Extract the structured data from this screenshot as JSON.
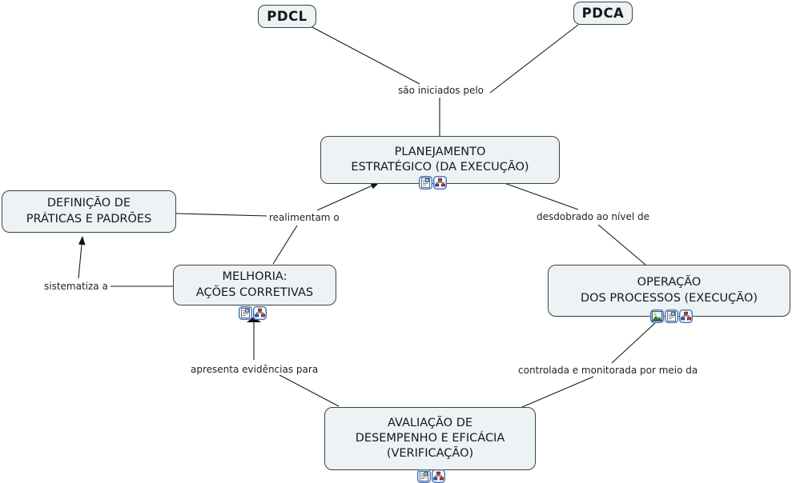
{
  "diagram": {
    "title": "PDCA / PDCL concept map",
    "colors": {
      "background": "#ffffff",
      "node_fill": "#edf3f5",
      "node_border": "#3f4042",
      "connector": "#1a1a1a",
      "icon_border_blue": "#3a6fc4"
    }
  },
  "nodes": {
    "pdcl": {
      "label": "PDCL"
    },
    "pdca": {
      "label": "PDCA"
    },
    "planejamento": {
      "line1": "PLANEJAMENTO",
      "line2": "ESTRATÉGICO (DA EXECUÇÃO)"
    },
    "definicao": {
      "line1": "DEFINIÇÃO DE",
      "line2": "PRÁTICAS E PADRÕES"
    },
    "melhoria": {
      "line1": "MELHORIA:",
      "line2": "AÇÕES CORRETIVAS"
    },
    "operacao": {
      "line1": "OPERAÇÃO",
      "line2": "DOS PROCESSOS (EXECUÇÃO)"
    },
    "avaliacao": {
      "line1": "AVALIAÇÃO DE",
      "line2": "DESEMPENHO E EFICÁCIA",
      "line3": "(VERIFICAÇÃO)"
    }
  },
  "links": {
    "sao_iniciados": "são iniciados pelo",
    "realimentam": "realimentam o",
    "desdobrado": "desdobrado ao nível de",
    "sistematiza": "sistematiza a",
    "apresenta": "apresenta evidências para",
    "controlada": "controlada e monitorada por meio da"
  },
  "icons": {
    "document": "document-resource-icon (page with text lines and small picture, blue rounded frame)",
    "concept_map": "concept-map-resource-icon (mini org-chart of red and blue nodes, blue rounded frame)",
    "image": "image-resource-icon (landscape with sun and green hills, blue rounded frame)"
  }
}
